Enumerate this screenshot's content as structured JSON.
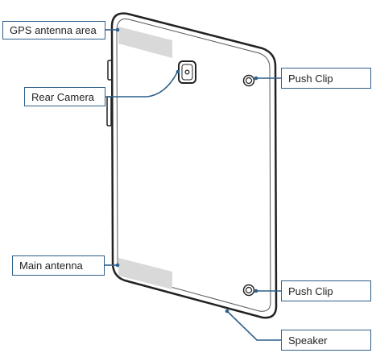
{
  "labels": {
    "gps_antenna": "GPS antenna area",
    "rear_camera": "Rear Camera",
    "push_clip_top": "Push Clip",
    "main_antenna": "Main antenna",
    "push_clip_bottom": "Push Clip",
    "speaker": "Speaker"
  },
  "colors": {
    "device_outline": "#222222",
    "device_fill": "#ffffff",
    "antenna_area": "#d9d9d9",
    "leader_line": "#2f5f8a",
    "label_border": "#2f5f8a",
    "label_text": "#222222"
  }
}
